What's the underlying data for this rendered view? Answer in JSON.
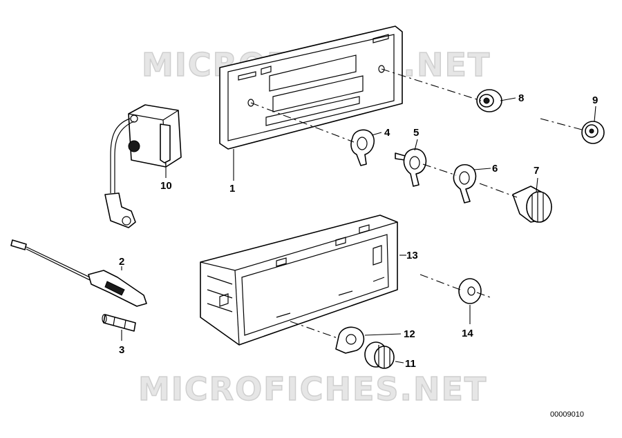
{
  "watermark": {
    "top": "MICROFICHES.NET",
    "bottom": "MICROFICHES.NET"
  },
  "document_id": "00009010",
  "callouts": {
    "c1": "1",
    "c2": "2",
    "c3": "3",
    "c4": "4",
    "c5": "5",
    "c6": "6",
    "c7": "7",
    "c8": "8",
    "c9": "9",
    "c10": "10",
    "c11": "11",
    "c12": "12",
    "c13": "13",
    "c14": "14"
  }
}
